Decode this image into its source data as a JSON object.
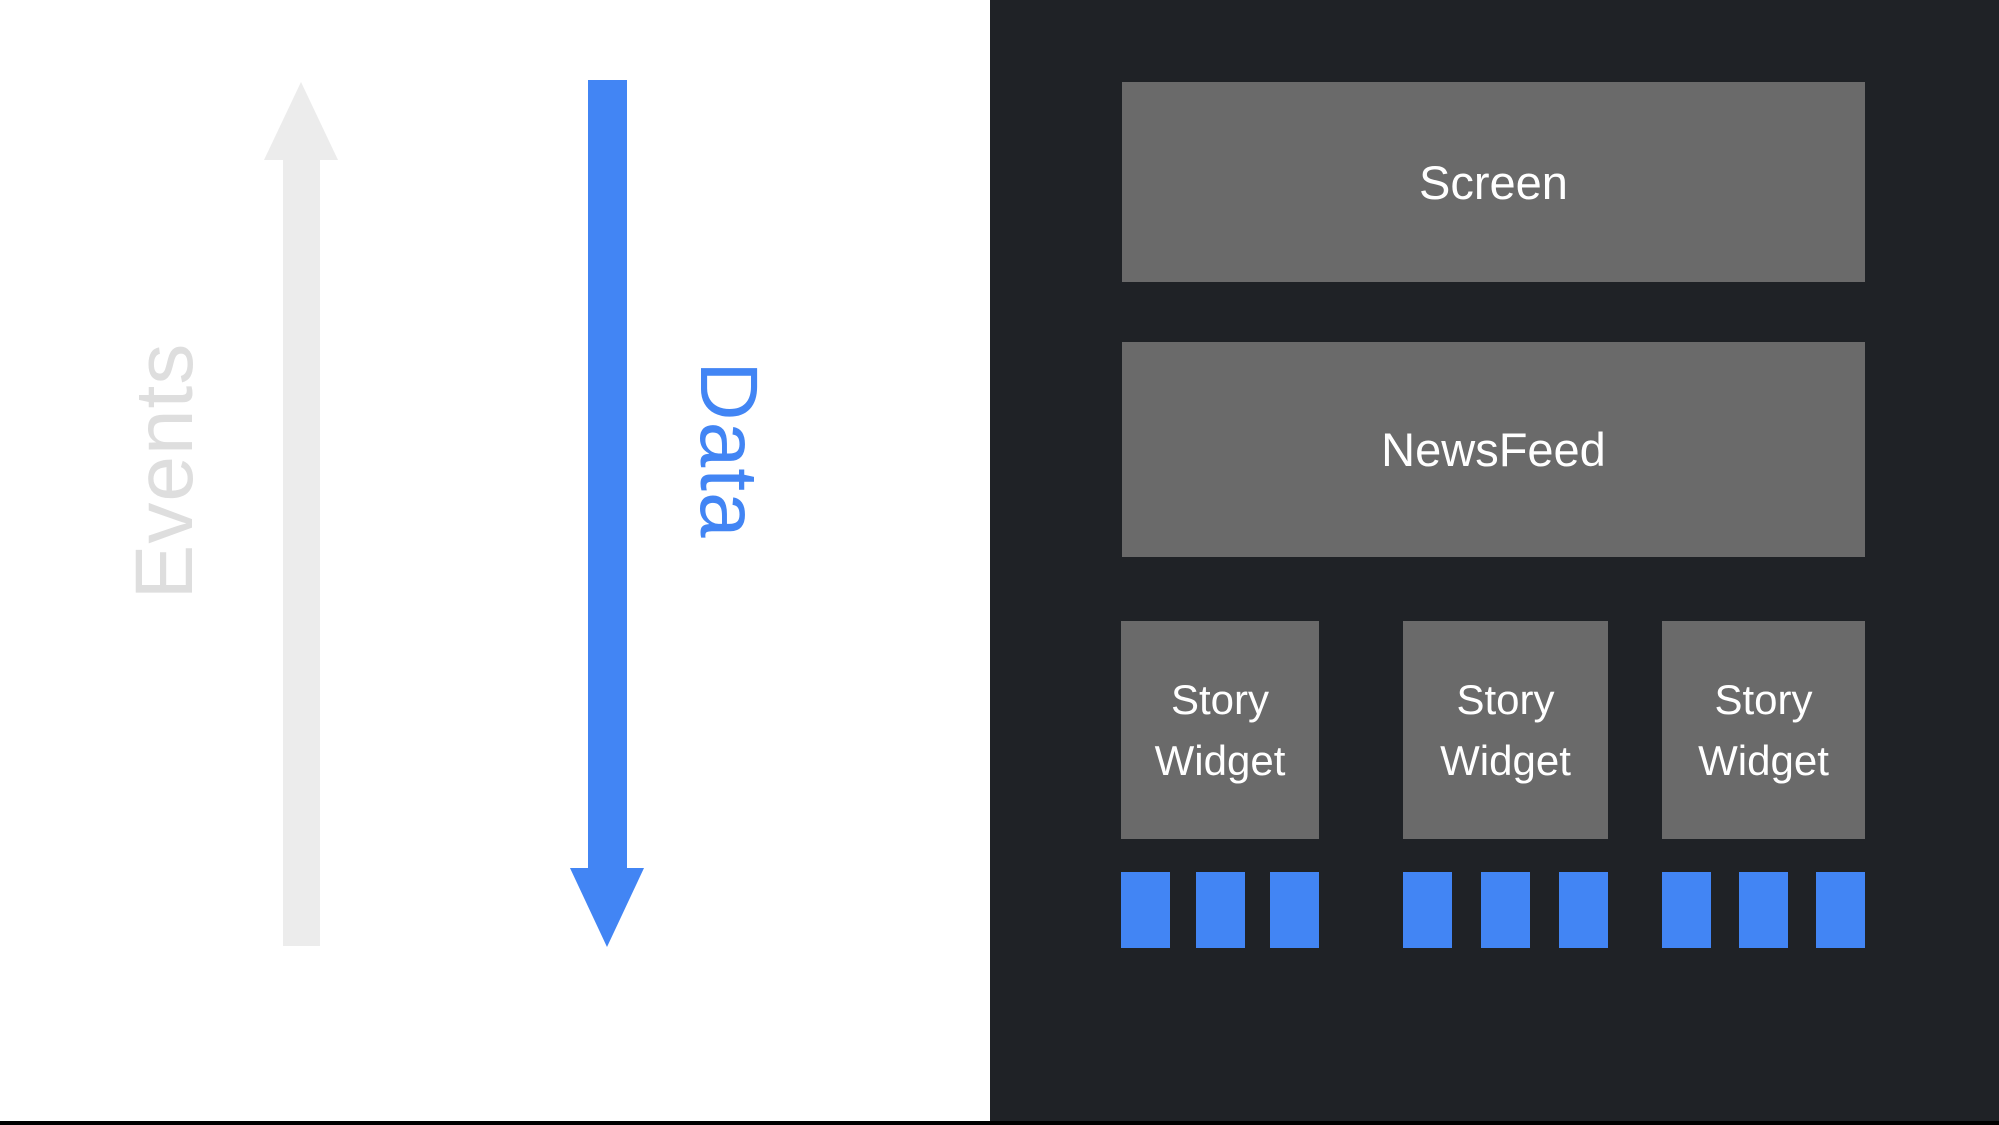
{
  "left_panel": {
    "background": "#ffffff",
    "events_label": "Events",
    "events_text_color": "#dedede",
    "events_arrow_color": "#ececec",
    "data_label": "Data",
    "data_color": "#4285f4",
    "events_arrow_direction": "up",
    "data_arrow_direction": "down"
  },
  "right_panel": {
    "background": "#1f2226",
    "box_color": "#6a6a6a",
    "box_text_color": "#ffffff",
    "accent_blue": "#4285f4",
    "screen_label": "Screen",
    "newsfeed_label": "NewsFeed",
    "story_widgets": [
      {
        "label": "Story Widget",
        "block_count": 3
      },
      {
        "label": "Story Widget",
        "block_count": 3
      },
      {
        "label": "Story Widget",
        "block_count": 3
      }
    ]
  }
}
